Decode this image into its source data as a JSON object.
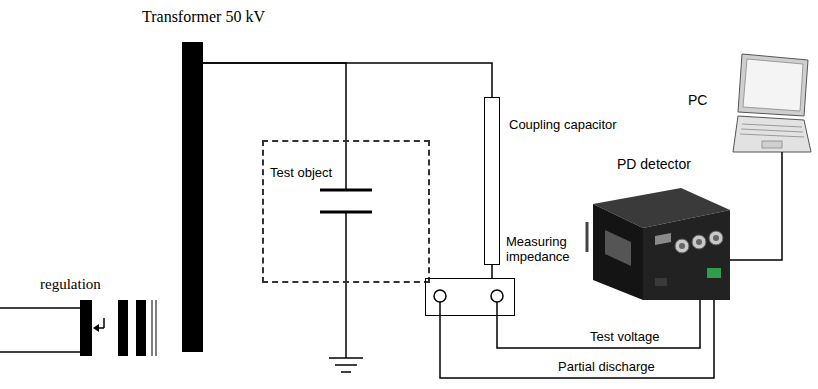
{
  "diagram": {
    "nodes": [
      {
        "text": [
          "Transformer 50 kV"
        ]
      },
      {
        "text": [
          "regulation"
        ]
      },
      {
        "text": [
          "Test object"
        ]
      },
      {
        "text": [
          "Coupling capacitor"
        ]
      },
      {
        "text": [
          "Measuring impedance"
        ]
      },
      {
        "text": [
          "PD detector"
        ]
      },
      {
        "text": [
          "PC"
        ]
      }
    ],
    "edges": [
      {
        "from": 0,
        "to": 2,
        "arrow": "none"
      },
      {
        "from": 0,
        "to": 3,
        "arrow": "none"
      },
      {
        "from": 3,
        "to": 4,
        "arrow": "none"
      },
      {
        "from": 4,
        "to": 5,
        "label": "Test voltage",
        "arrow": "none"
      },
      {
        "from": 4,
        "to": 5,
        "label": "Partial discharge",
        "arrow": "none"
      },
      {
        "from": 5,
        "to": 6,
        "arrow": "none"
      }
    ]
  }
}
